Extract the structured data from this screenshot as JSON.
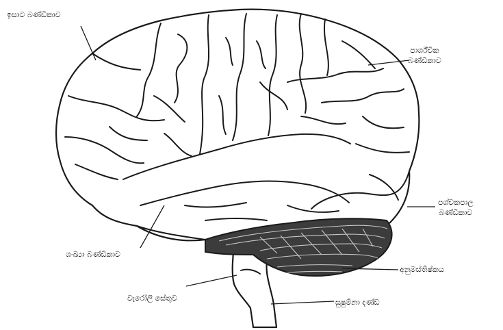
{
  "labels": {
    "frontal_lobe": "ඉසාට බණ්ඩිකාව",
    "parietal_lobe_line1": "පාර්ශ්වික",
    "parietal_lobe_line2": "බණ්ඩිකාව",
    "occipital_lobe_line1": "පශ්චකපාල",
    "occipital_lobe_line2": "බණ්ඩිකාව",
    "temporal_lobe": "ශංඛ්‍යා බණ්ඩිකාව",
    "cerebellum": "අනුමස්තිෂ්කය",
    "pons": "වැරෝලි සේතුව",
    "spinal_cord": "සුෂුම්නා දණ්ඩ"
  },
  "colors": {
    "outline": "#1a1a1a",
    "cerebellum_fill": "#3c3c3c",
    "background": "#ffffff"
  }
}
